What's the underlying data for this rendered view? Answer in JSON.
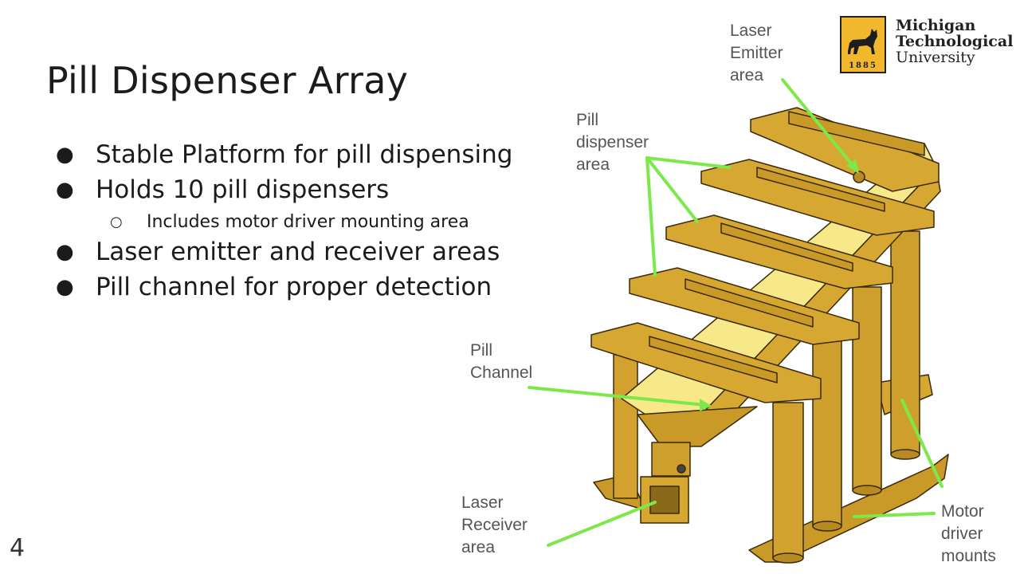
{
  "slide": {
    "title": "Pill Dispenser Array",
    "page_number": "4",
    "bullets": [
      {
        "text": "Stable Platform for pill dispensing"
      },
      {
        "text": "Holds 10 pill dispensers"
      },
      {
        "text": "Laser emitter and receiver areas"
      },
      {
        "text": "Pill channel for proper detection"
      }
    ],
    "sub_bullets": [
      {
        "text": "Includes motor driver mounting area"
      }
    ]
  },
  "logo": {
    "line1": "Michigan",
    "line2": "Technological",
    "line3": "University",
    "year": "1885"
  },
  "labels": {
    "laser_emitter": [
      "Laser",
      "Emitter",
      "area"
    ],
    "pill_dispenser": [
      "Pill",
      "dispenser",
      "area"
    ],
    "pill_channel": [
      "Pill",
      "Channel"
    ],
    "laser_receiver": [
      "Laser",
      "Receiver",
      "area"
    ],
    "motor_driver": [
      "Motor",
      "driver",
      "mounts"
    ]
  },
  "colors": {
    "model_gold": "#d6a832",
    "model_edge": "#3a2a08",
    "channel_yellow": "#f7e98a",
    "arrow_green": "#7de84a",
    "logo_gold": "#f1b82d"
  }
}
